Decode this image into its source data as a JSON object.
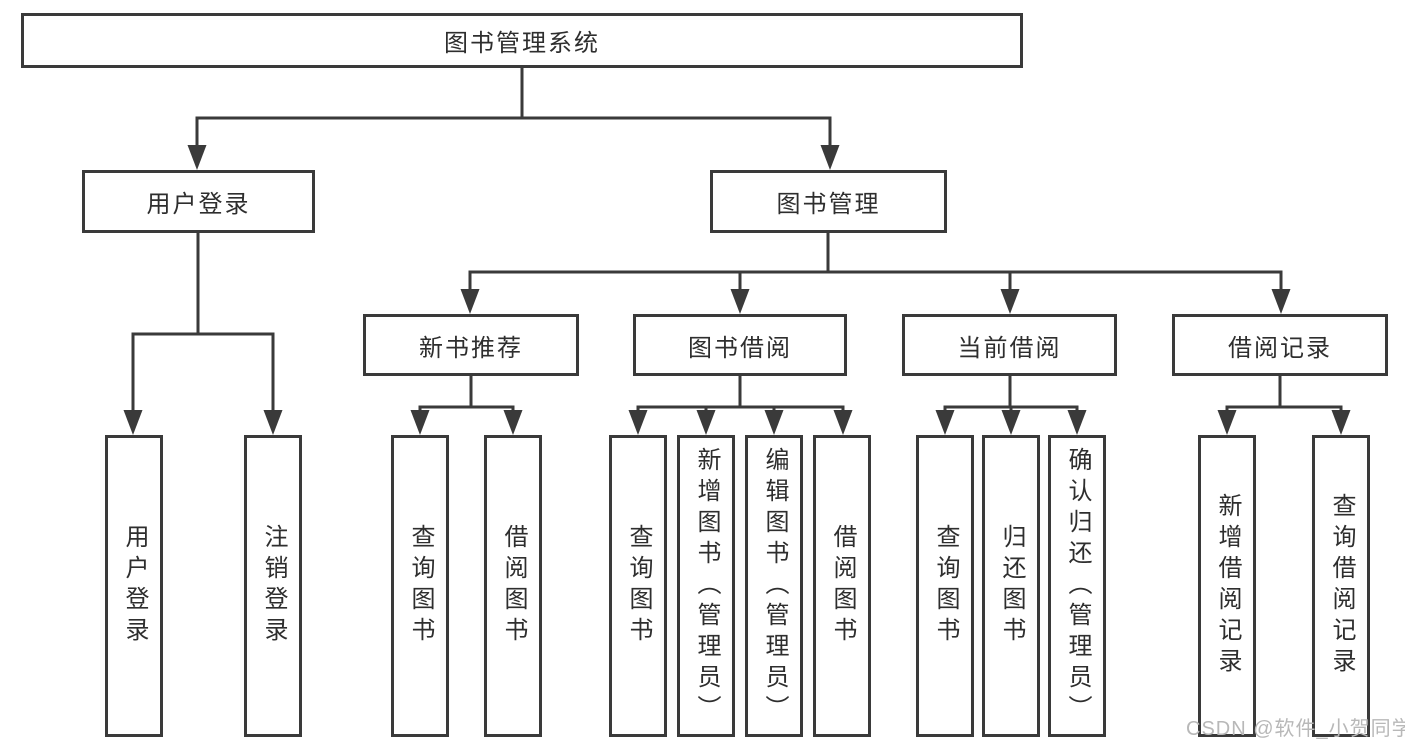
{
  "colors": {
    "line": "#3a3a3a",
    "text": "#2e2e2e",
    "watermark": "#b8b8b8",
    "background": "#ffffff"
  },
  "root": {
    "label": "图书管理系统"
  },
  "branches": [
    {
      "label": "用户登录",
      "children": [
        {
          "label": "用户登录"
        },
        {
          "label": "注销登录"
        }
      ]
    },
    {
      "label": "图书管理",
      "sections": [
        {
          "label": "新书推荐",
          "children": [
            {
              "label": "查询图书"
            },
            {
              "label": "借阅图书"
            }
          ]
        },
        {
          "label": "图书借阅",
          "children": [
            {
              "label": "查询图书"
            },
            {
              "label": "新增图书（管理员）"
            },
            {
              "label": "编辑图书（管理员）"
            },
            {
              "label": "借阅图书"
            }
          ]
        },
        {
          "label": "当前借阅",
          "children": [
            {
              "label": "查询图书"
            },
            {
              "label": "归还图书"
            },
            {
              "label": "确认归还（管理员）"
            }
          ]
        },
        {
          "label": "借阅记录",
          "children": [
            {
              "label": "新增借阅记录"
            },
            {
              "label": "查询借阅记录"
            }
          ]
        }
      ]
    }
  ],
  "watermark": {
    "text": "CSDN @软件_小贺同学"
  }
}
